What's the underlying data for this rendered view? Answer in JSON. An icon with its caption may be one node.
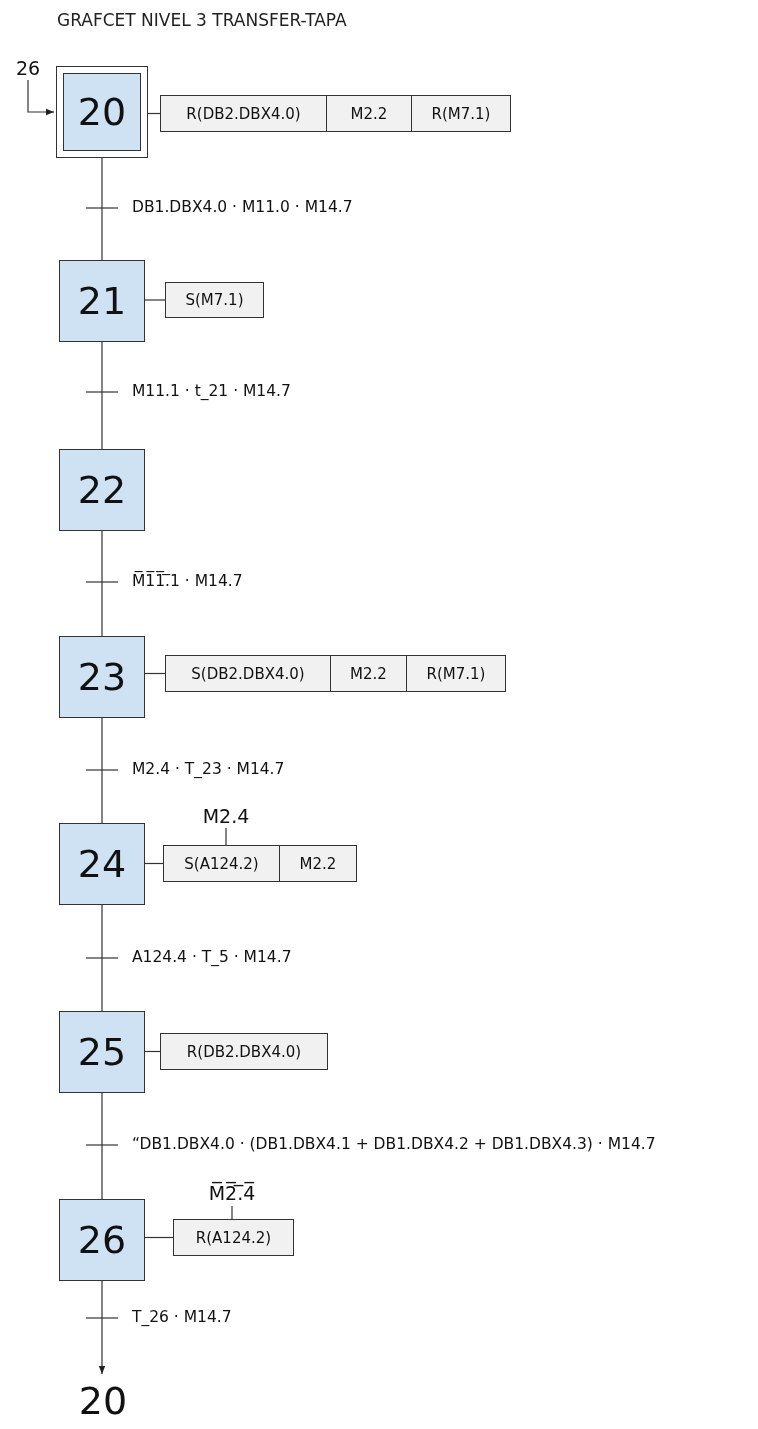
{
  "diagram": {
    "title": "GRAFCET NIVEL 3 TRANSFER-TAPA",
    "nodes": [
      {
        "text": [
          "26"
        ]
      },
      {
        "text": [
          "20"
        ]
      },
      {
        "text": [
          "R(DB2.DBX4.0)"
        ]
      },
      {
        "text": [
          "M2.2"
        ]
      },
      {
        "text": [
          "R(M7.1)"
        ]
      },
      {
        "text": [
          "21"
        ]
      },
      {
        "text": [
          "S(M7.1)"
        ]
      },
      {
        "text": [
          "22"
        ]
      },
      {
        "text": [
          "23"
        ]
      },
      {
        "text": [
          "S(DB2.DBX4.0)"
        ]
      },
      {
        "text": [
          "M2.2"
        ]
      },
      {
        "text": [
          "R(M7.1)"
        ]
      },
      {
        "text": [
          "24"
        ]
      },
      {
        "text": [
          "M2.4"
        ]
      },
      {
        "text": [
          "S(A124.2)"
        ]
      },
      {
        "text": [
          "M2.2"
        ]
      },
      {
        "text": [
          "25"
        ]
      },
      {
        "text": [
          "R(DB2.DBX4.0)"
        ]
      },
      {
        "text": [
          "26"
        ]
      },
      {
        "text": [
          "M̅2̅.̅4̅"
        ]
      },
      {
        "text": [
          "R(A124.2)"
        ]
      },
      {
        "text": [
          "20"
        ]
      }
    ],
    "edges": [
      {
        "from": 0,
        "to": 1,
        "arrow": "to"
      },
      {
        "from": 1,
        "to": 2,
        "arrow": "none"
      },
      {
        "from": 1,
        "to": 5,
        "arrow": "none",
        "label": "DB1.DBX4.0 · M11.0 · M14.7"
      },
      {
        "from": 5,
        "to": 6,
        "arrow": "none"
      },
      {
        "from": 5,
        "to": 7,
        "arrow": "none",
        "label": "M11.1 · t_21 · M14.7"
      },
      {
        "from": 7,
        "to": 8,
        "arrow": "none",
        "label": "M̅1̅1̅.̅1 · M14.7"
      },
      {
        "from": 8,
        "to": 9,
        "arrow": "none"
      },
      {
        "from": 8,
        "to": 12,
        "arrow": "none",
        "label": "M2.4 · T_23 · M14.7"
      },
      {
        "from": 13,
        "to": 14,
        "arrow": "none"
      },
      {
        "from": 12,
        "to": 14,
        "arrow": "none"
      },
      {
        "from": 12,
        "to": 16,
        "arrow": "none",
        "label": "A124.4 · T_5 · M14.7"
      },
      {
        "from": 16,
        "to": 17,
        "arrow": "none"
      },
      {
        "from": 16,
        "to": 18,
        "arrow": "none",
        "label": "“DB1.DBX4.0 · (DB1.DBX4.1 + DB1.DBX4.2 + DB1.DBX4.3) · M14.7"
      },
      {
        "from": 19,
        "to": 20,
        "arrow": "none"
      },
      {
        "from": 18,
        "to": 20,
        "arrow": "none"
      },
      {
        "from": 18,
        "to": 21,
        "arrow": "to",
        "label": "T_26 · M14.7"
      }
    ]
  }
}
